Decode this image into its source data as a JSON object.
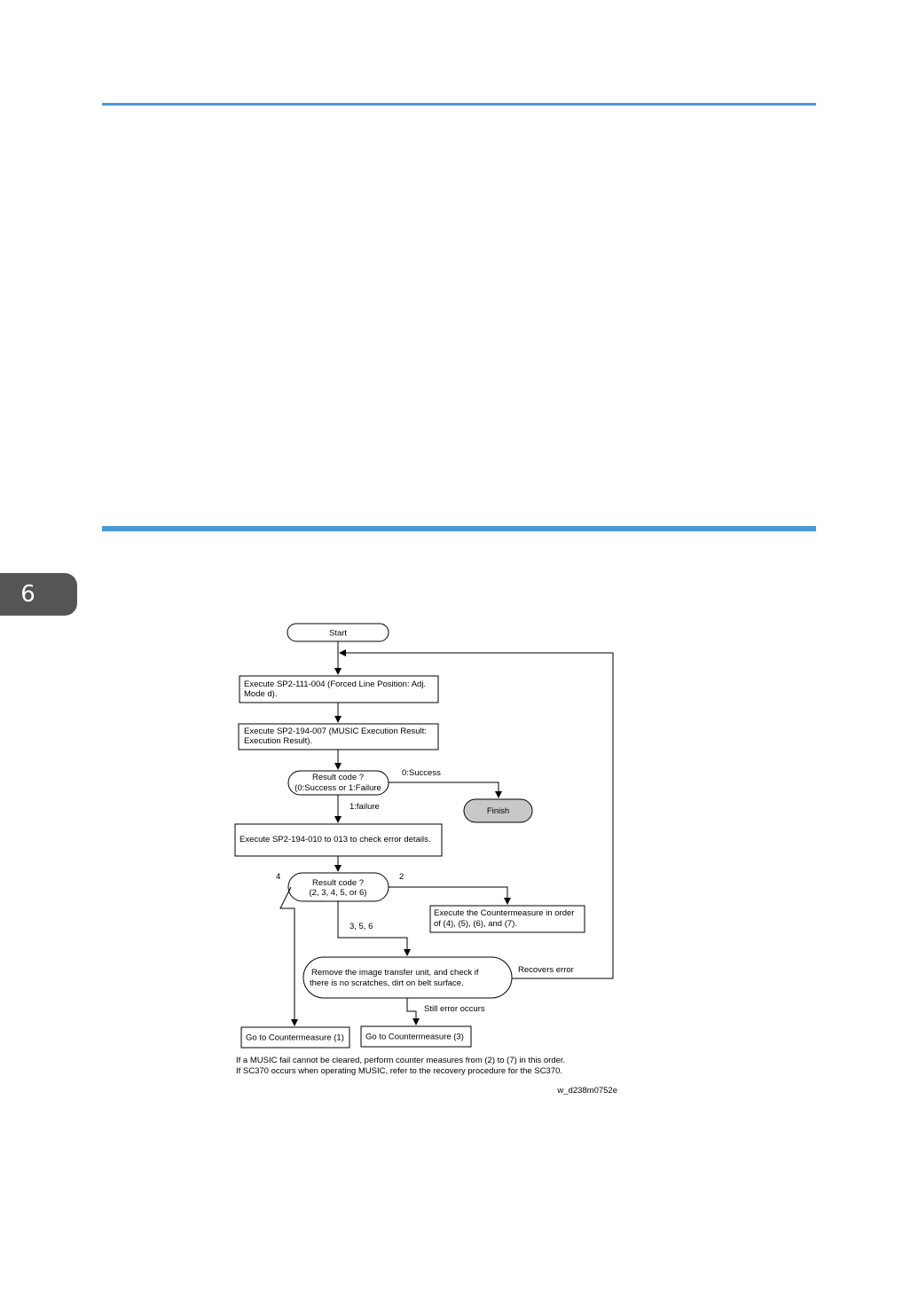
{
  "page": {
    "chapter_number": "6",
    "accent_color": "#4a9ad4",
    "tab_color": "#555555"
  },
  "flowchart": {
    "start": "Start",
    "step_sp2_111": [
      "Execute SP2-111-004 (Forced Line Position: Adj.",
      "Mode d)."
    ],
    "step_sp2_194_007": [
      "Execute SP2-194-007 (MUSIC Execution Result:",
      "Execution Result)."
    ],
    "decision_1": [
      "Result code ?",
      "(0:Success or 1:Failure"
    ],
    "label_success": "0:Success",
    "finish": "Finish",
    "label_failure": "1:failure",
    "step_check_errors": "Execute SP2-194-010 to 013 to check error details.",
    "decision_2": [
      "Result code ?",
      "(2, 3, 4, 5, or 6)"
    ],
    "label_4": "4",
    "label_2": "2",
    "step_countermeasure_order": [
      "Execute the  Countermeasure in order",
      "of (4), (5), (6), and (7)."
    ],
    "label_356": "3, 5, 6",
    "step_remove_itu": [
      "Remove the image transfer unit, and check if",
      "there is no scratches, dirt on belt surface."
    ],
    "label_recovers": "Recovers error",
    "label_still_error": "Still error occurs",
    "goto_cm1": "Go to  Countermeasure (1)",
    "goto_cm3": "Go to  Countermeasure (3)",
    "note_1": "If a MUSIC fail cannot be cleared, perform counter measures from (2) to (7) in this order.",
    "note_2": "If SC370 occurs when operating MUSIC, refer to the recovery procedure for the  SC370.",
    "figure_id": "w_d238m0752e"
  }
}
